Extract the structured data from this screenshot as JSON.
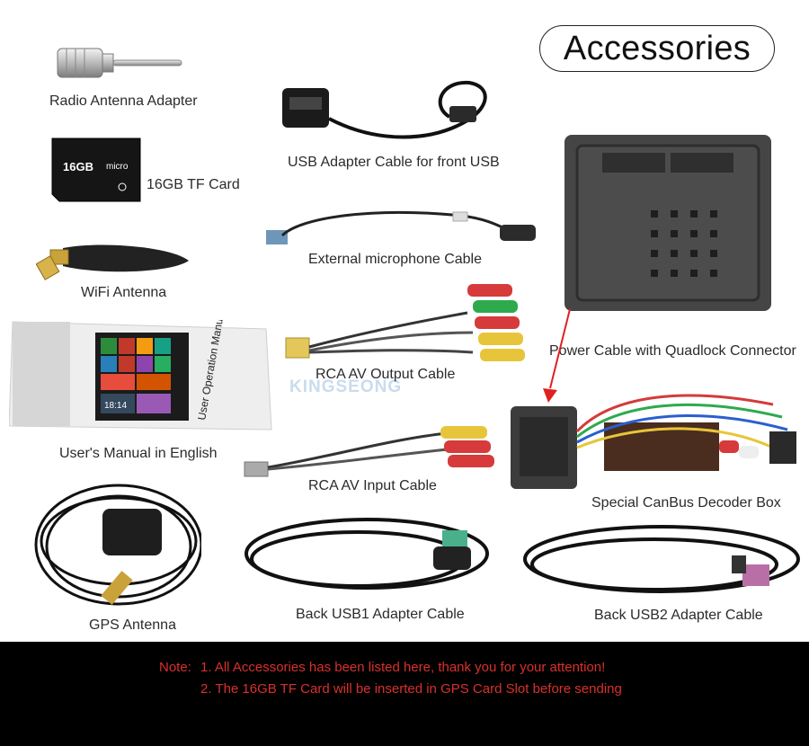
{
  "title": "Accessories",
  "watermark": "KINGSEONG",
  "sd_card": {
    "size": "16GB",
    "brand": "micro"
  },
  "items": {
    "radio_antenna": "Radio Antenna Adapter",
    "tf_card": "16GB TF Card",
    "wifi_antenna": "WiFi Antenna",
    "manual": "User's Manual in English",
    "gps_antenna": "GPS Antenna",
    "usb_front": "USB Adapter Cable for front USB",
    "microphone": "External microphone Cable",
    "rca_output": "RCA AV Output Cable",
    "rca_input": "RCA AV Input Cable",
    "usb1": "Back USB1 Adapter Cable",
    "usb2": "Back USB2 Adapter Cable",
    "power": "Power Cable with Quadlock Connector",
    "canbus": "Special CanBus Decoder Box"
  },
  "manual_cover": {
    "title": "User Operation Manual",
    "clock": "18:14"
  },
  "note": {
    "prefix": "Note:",
    "line1": "1. All Accessories has been listed here, thank you for your attention!",
    "line2": "2. The 16GB TF Card will be inserted in GPS Card Slot before sending"
  },
  "colors": {
    "note_text": "#d9302c",
    "note_bg": "#000000",
    "arrow": "#e02020"
  }
}
